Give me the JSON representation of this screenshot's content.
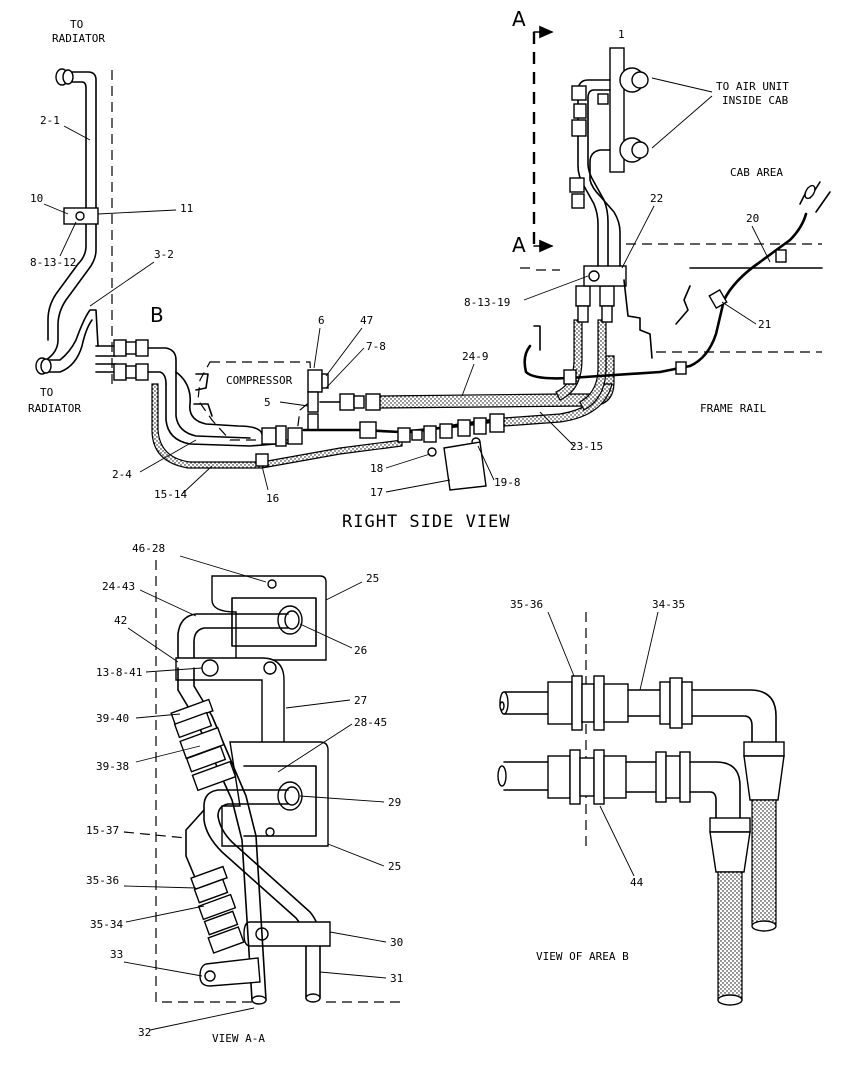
{
  "titles": {
    "right_side_view": "RIGHT SIDE VIEW",
    "view_a_a": "VIEW A-A",
    "view_area_b": "VIEW OF AREA B"
  },
  "notes": {
    "to_radiator_top": [
      "TO",
      "RADIATOR"
    ],
    "to_radiator_bottom": [
      "TO",
      "RADIATOR"
    ],
    "to_air_unit": [
      "TO AIR UNIT",
      "INSIDE CAB"
    ],
    "cab_area": "CAB AREA",
    "frame_rail": "FRAME RAIL",
    "compressor": "COMPRESSOR",
    "section_a_top": "A",
    "section_a_bottom": "A",
    "area_b": "B"
  },
  "callouts": {
    "c1": "1",
    "c2_1": "2-1",
    "c10": "10",
    "c11": "11",
    "c8_13_12": "8-13-12",
    "c3_2": "3-2",
    "c6": "6",
    "c47": "47",
    "c7_8": "7-8",
    "c5": "5",
    "c24_9": "24-9",
    "c22": "22",
    "c20": "20",
    "c8_13_19": "8-13-19",
    "c21": "21",
    "c23_15": "23-15",
    "c2_4": "2-4",
    "c15_14": "15-14",
    "c16": "16",
    "c17": "17",
    "c18": "18",
    "c19_8": "19-8",
    "c46_28": "46-28",
    "c24_43": "24-43",
    "c25a": "25",
    "c42": "42",
    "c26": "26",
    "c13_8_41": "13-8-41",
    "c27": "27",
    "c39_40": "39-40",
    "c28_45": "28-45",
    "c39_38": "39-38",
    "c29": "29",
    "c15_37": "15-37",
    "c25b": "25",
    "c35_36a": "35-36",
    "c35_34": "35-34",
    "c30": "30",
    "c33": "33",
    "c31": "31",
    "c32": "32",
    "c35_36b": "35-36",
    "c34_35": "34-35",
    "c44": "44"
  }
}
